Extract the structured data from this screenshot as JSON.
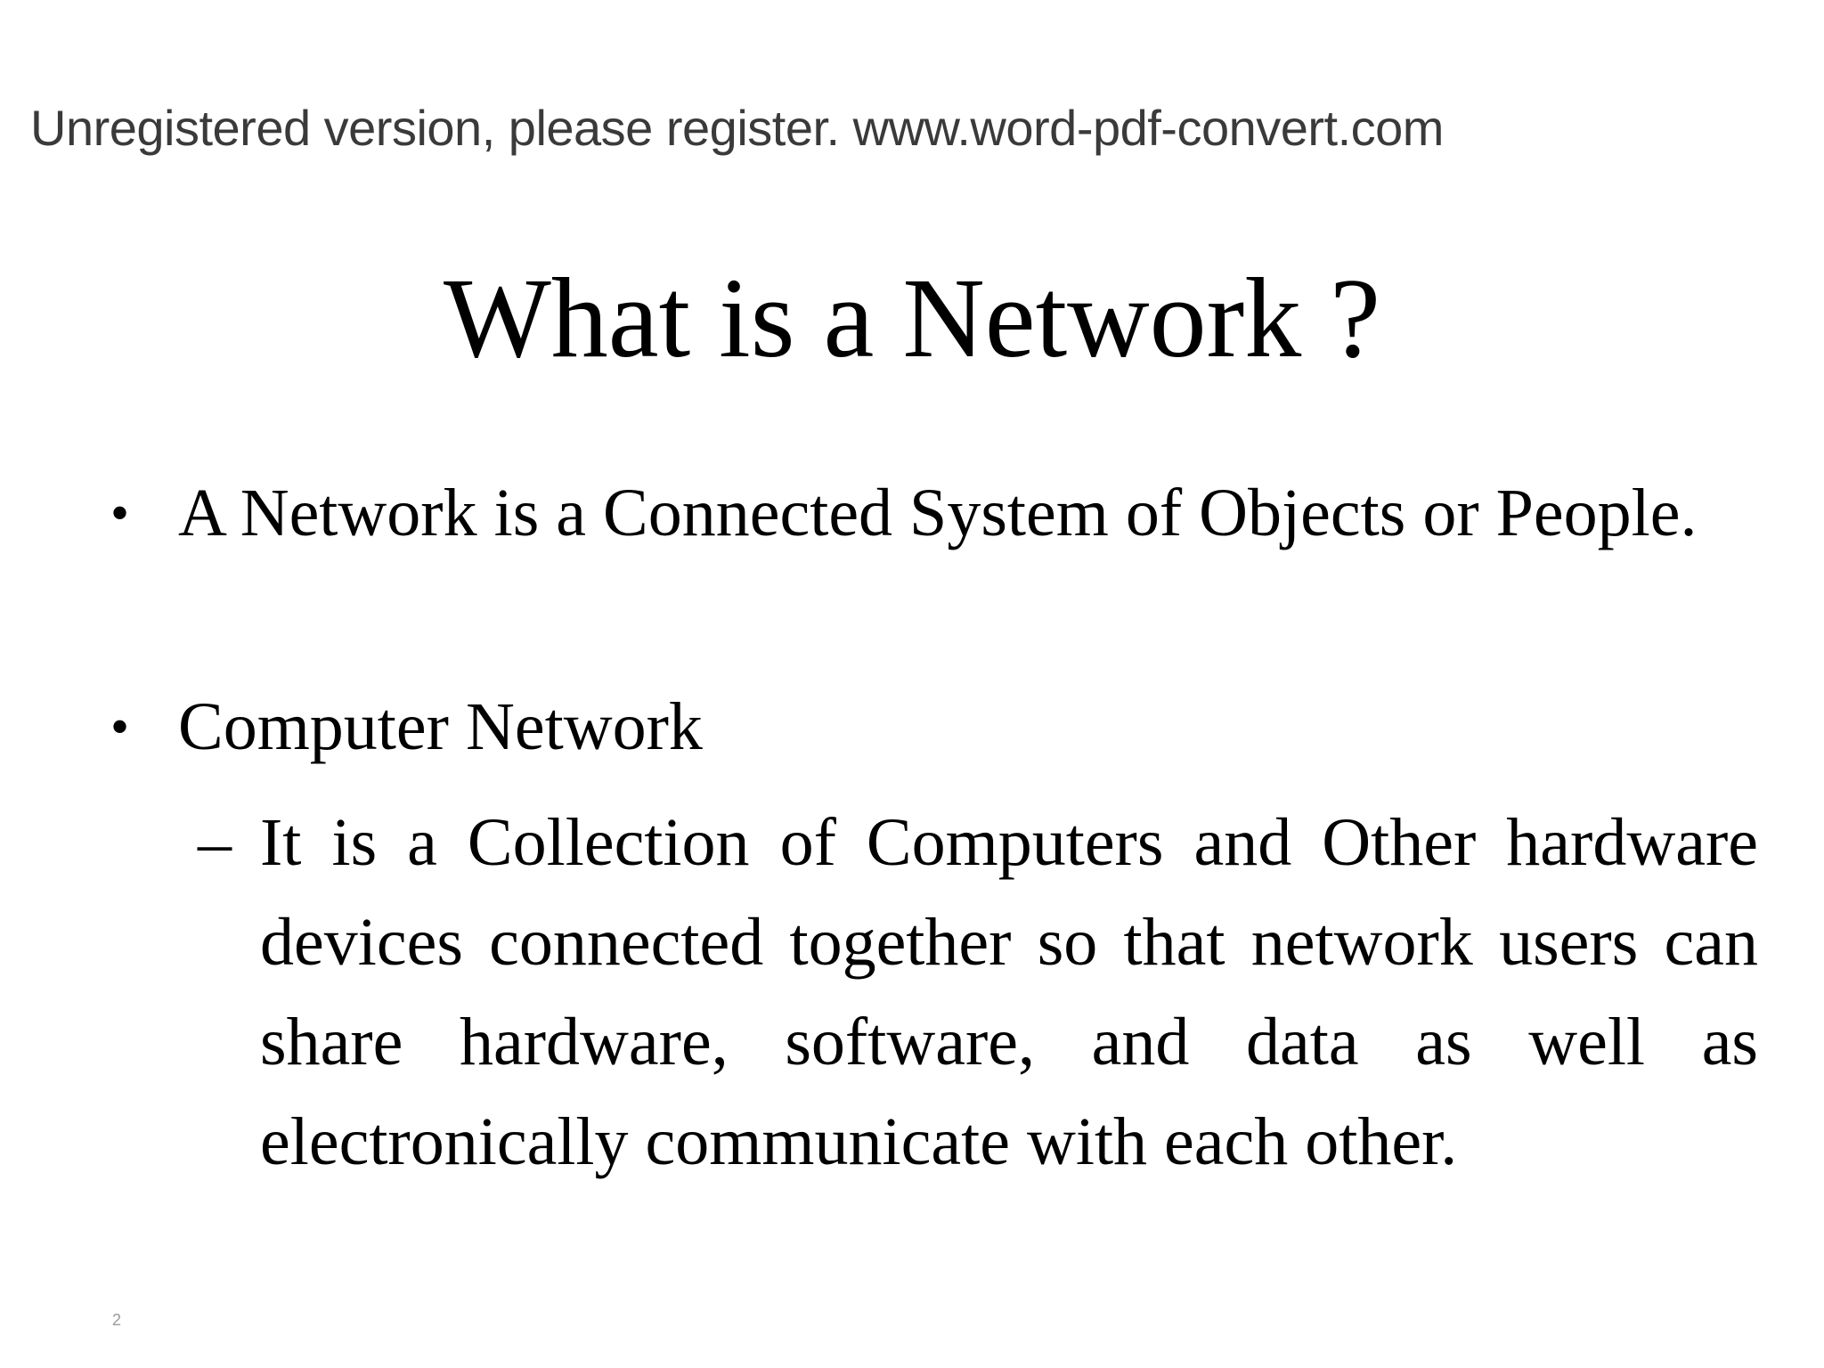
{
  "watermark": "Unregistered version, please register. www.word-pdf-convert.com",
  "title": "What is a Network ?",
  "bullets": [
    {
      "marker": "•",
      "text": "A Network is a Connected System of Objects or People."
    },
    {
      "marker": "•",
      "text": "Computer Network",
      "sub_items": [
        {
          "marker": "–",
          "text": "It is a Collection of Computers and Other hardware devices connected together so that network users can share hardware, software, and data as well as electronically communicate with each other."
        }
      ]
    }
  ],
  "slide_number": "2"
}
